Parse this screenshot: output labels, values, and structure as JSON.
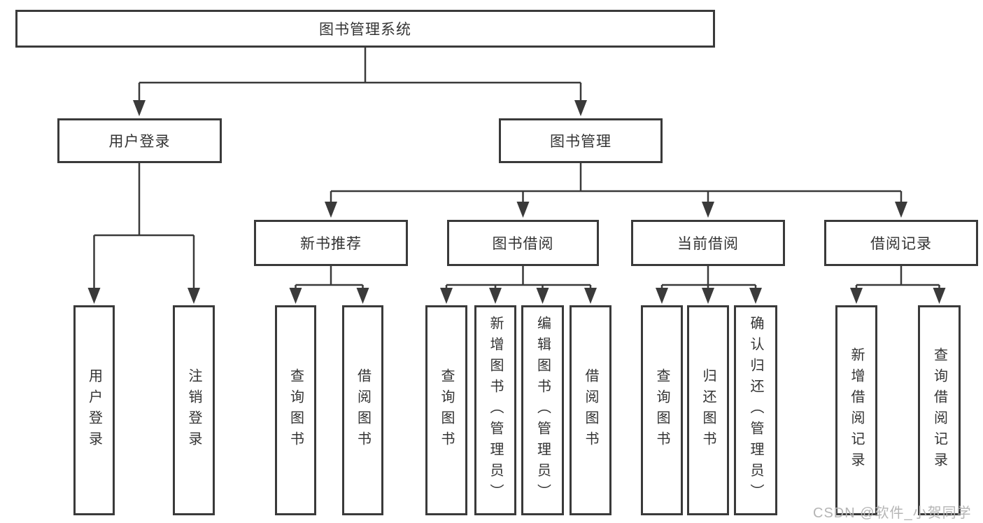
{
  "colors": {
    "line": "#3a3a3a",
    "text": "#333333",
    "watermark": "#b5b5b5",
    "background": "#ffffff"
  },
  "tree": {
    "root": {
      "label": "图书管理系统"
    },
    "children": [
      {
        "label": "用户登录",
        "children": [
          {
            "label": "用户登录"
          },
          {
            "label": "注销登录"
          }
        ]
      },
      {
        "label": "图书管理",
        "children": [
          {
            "label": "新书推荐",
            "children": [
              {
                "label": "查询图书"
              },
              {
                "label": "借阅图书"
              }
            ]
          },
          {
            "label": "图书借阅",
            "children": [
              {
                "label": "查询图书"
              },
              {
                "label": "新增图书（管理员）"
              },
              {
                "label": "编辑图书（管理员）"
              },
              {
                "label": "借阅图书"
              }
            ]
          },
          {
            "label": "当前借阅",
            "children": [
              {
                "label": "查询图书"
              },
              {
                "label": "归还图书"
              },
              {
                "label": "确认归还（管理员）"
              }
            ]
          },
          {
            "label": "借阅记录",
            "children": [
              {
                "label": "新增借阅记录"
              },
              {
                "label": "查询借阅记录"
              }
            ]
          }
        ]
      }
    ]
  },
  "watermark": {
    "text": "CSDN @软件_小贺同学"
  }
}
